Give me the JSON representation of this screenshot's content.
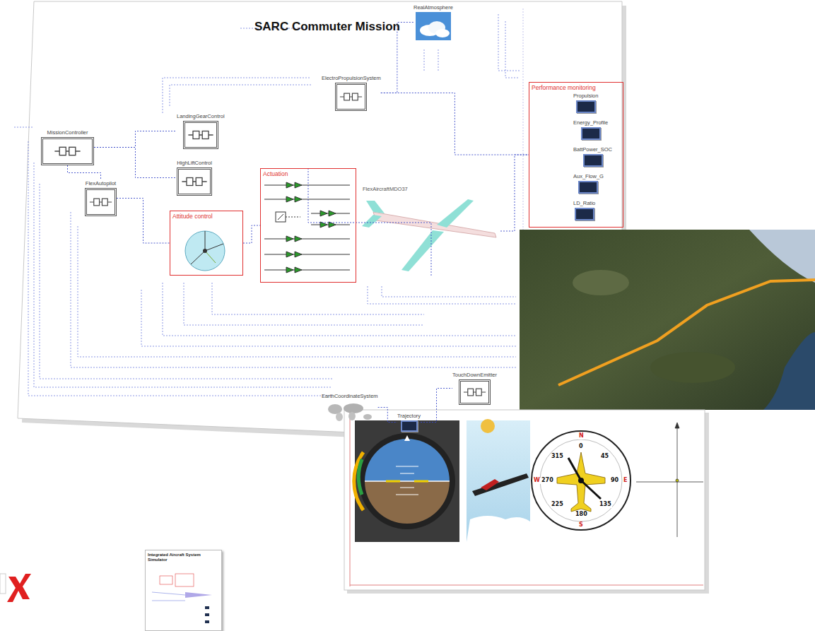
{
  "diagram": {
    "title": "SARC Commuter Mission",
    "nodes": [
      {
        "text": [
          "MissionController"
        ]
      },
      {
        "text": [
          "LandingGearControl"
        ]
      },
      {
        "text": [
          "HighLiftControl"
        ]
      },
      {
        "text": [
          "ElectroPropulsionSystem"
        ]
      },
      {
        "text": [
          "FlexAutopilot"
        ]
      },
      {
        "text": [
          "Attitude control"
        ]
      },
      {
        "text": [
          "Actuation"
        ]
      },
      {
        "text": [
          "Performance monitoring"
        ]
      },
      {
        "text": [
          "Propulsion"
        ],
        "in": 7
      },
      {
        "text": [
          "Energy_Profile"
        ],
        "in": 7
      },
      {
        "text": [
          "BattPower_SOC"
        ],
        "in": 7
      },
      {
        "text": [
          "Aux_Flow_G"
        ],
        "in": 7
      },
      {
        "text": [
          "LD_Ratio"
        ],
        "in": 7
      },
      {
        "text": [
          "RealAtmosphere"
        ]
      },
      {
        "text": [
          "FlexAircraftMDO37"
        ]
      },
      {
        "text": [
          "EarthCoordinateSystem"
        ]
      },
      {
        "text": [
          "Trajectory"
        ]
      },
      {
        "text": [
          "TouchDownEmitter"
        ]
      },
      {
        "text": [
          "Integrated Aircraft System Simulator"
        ]
      }
    ],
    "edges": [
      {
        "from": 0,
        "to": 1,
        "arrow": "none"
      },
      {
        "from": 0,
        "to": 2,
        "arrow": "none"
      },
      {
        "from": 0,
        "to": 4,
        "arrow": "none"
      },
      {
        "from": 4,
        "to": 5,
        "arrow": "none"
      },
      {
        "from": 5,
        "to": 6,
        "arrow": "none"
      },
      {
        "from": 6,
        "to": 14,
        "arrow": "none"
      },
      {
        "from": 14,
        "to": 7,
        "arrow": "none"
      },
      {
        "from": 3,
        "to": 7,
        "arrow": "none"
      },
      {
        "from": 3,
        "to": 13,
        "arrow": "none"
      },
      {
        "from": 15,
        "to": 16,
        "arrow": "none"
      },
      {
        "from": 16,
        "to": 17,
        "arrow": "none"
      }
    ],
    "labels": [
      "0",
      "45",
      "90",
      "135",
      "180",
      "225",
      "270",
      "315",
      "N",
      "E",
      "S",
      "W"
    ]
  }
}
